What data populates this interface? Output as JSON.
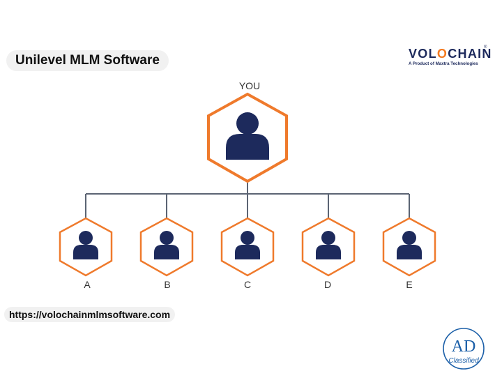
{
  "header": {
    "title": "Unilevel MLM Software"
  },
  "logo": {
    "name_parts": [
      "VOL",
      "O",
      "CHAIN"
    ],
    "tagline": "A Product of Maxtra Technologies",
    "reg_mark": "®"
  },
  "diagram": {
    "root": {
      "label": "YOU"
    },
    "children": [
      {
        "label": "A"
      },
      {
        "label": "B"
      },
      {
        "label": "C"
      },
      {
        "label": "D"
      },
      {
        "label": "E"
      }
    ]
  },
  "footer": {
    "url": "https://volochainmlmsoftware.com"
  },
  "badge": {
    "letters": "AD",
    "caption": "Classified"
  },
  "colors": {
    "hex_stroke": "#ef7a2c",
    "person": "#1d2a5c",
    "connector": "#5b6473",
    "logo_orange": "#f47a20",
    "badge_blue": "#1b5fa8"
  }
}
